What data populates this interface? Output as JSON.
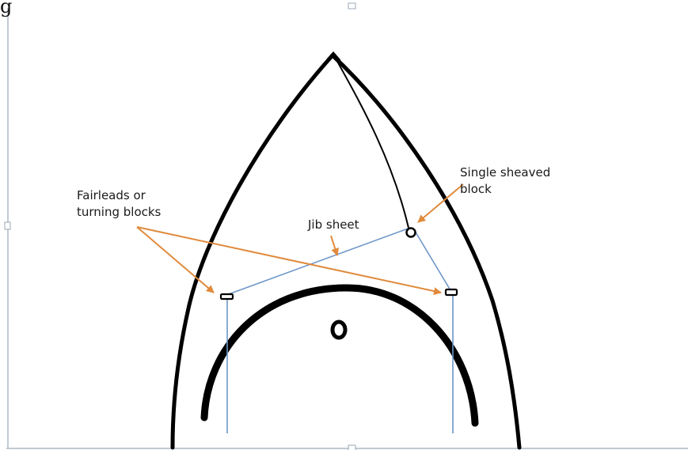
{
  "labels": {
    "fairleads_line1": "Fairleads or",
    "fairleads_line2": "turning blocks",
    "single_line1": "Single sheaved",
    "single_line2": "block",
    "jib_sheet": "Jib sheet"
  },
  "colors": {
    "hull": "#000000",
    "sheet": "#6d95c9",
    "arrow": "#e08a3c",
    "selection": "#9aa7b6",
    "background": "#ffffff"
  }
}
